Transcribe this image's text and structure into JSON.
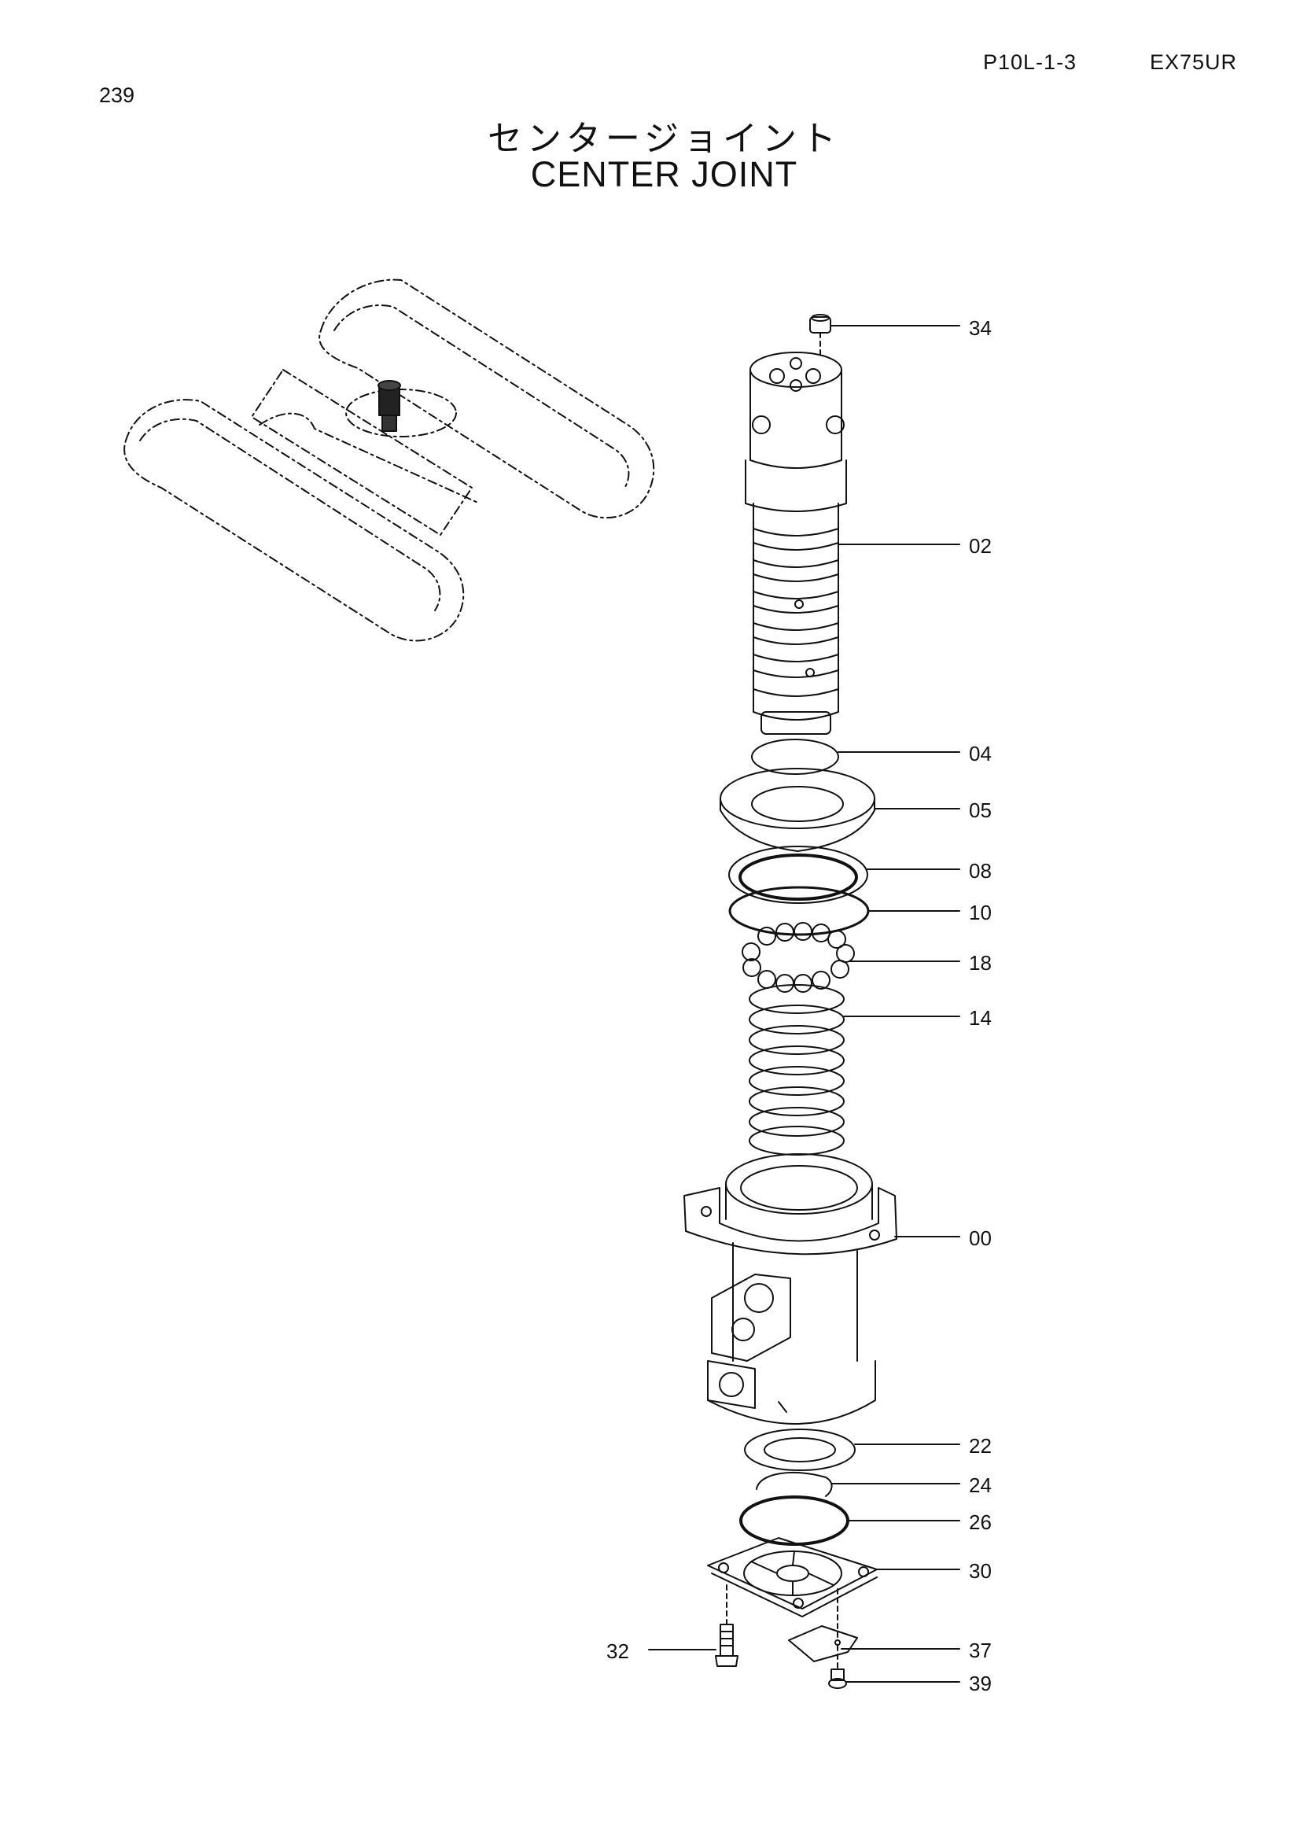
{
  "header": {
    "page_code": "P10L-1-3",
    "model": "EX75UR"
  },
  "page_number": "239",
  "title": {
    "japanese": "センタージョイント",
    "english": "CENTER JOINT"
  },
  "callouts": [
    {
      "id": "34",
      "label": "34"
    },
    {
      "id": "02",
      "label": "02"
    },
    {
      "id": "04",
      "label": "04"
    },
    {
      "id": "05",
      "label": "05"
    },
    {
      "id": "08",
      "label": "08"
    },
    {
      "id": "10",
      "label": "10"
    },
    {
      "id": "18",
      "label": "18"
    },
    {
      "id": "14",
      "label": "14"
    },
    {
      "id": "00",
      "label": "00"
    },
    {
      "id": "22",
      "label": "22"
    },
    {
      "id": "24",
      "label": "24"
    },
    {
      "id": "26",
      "label": "26"
    },
    {
      "id": "30",
      "label": "30"
    },
    {
      "id": "32",
      "label": "32"
    },
    {
      "id": "37",
      "label": "37"
    },
    {
      "id": "39",
      "label": "39"
    }
  ]
}
